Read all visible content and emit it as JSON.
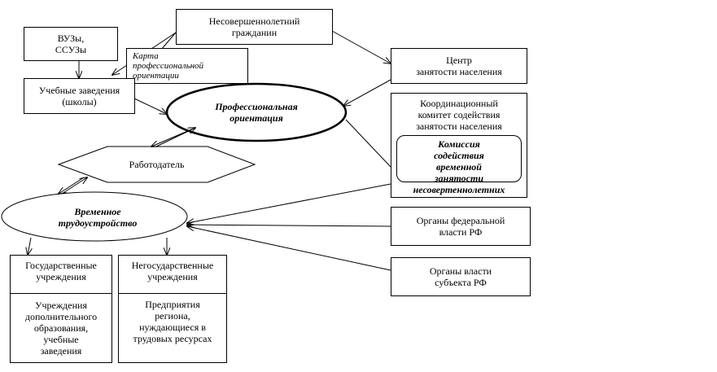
{
  "nodes": {
    "minor_citizen": "Несовершеннолетний\nгражданин",
    "universities": "ВУЗы,\nССУЗы",
    "career_map": "Карта\nпрофессиональной\nориентации",
    "schools": "Учебные заведения\n(школы)",
    "employment_center": "Центр\nзанятости населения",
    "career_guidance": "Профессиональная\nориентация",
    "coordination_committee": "Координационный\nкомитет содействия\nзанятости населения",
    "commission": "Комиссия\nсодействия\nвременной\nзанятости\nнесовертеннолетних",
    "employer": "Работодатель",
    "temporary_employment": "Временное\nтрудоустройство",
    "federal_authorities": "Органы федеральной\nвласти РФ",
    "regional_authorities": "Органы власти\nсубъекта РФ",
    "state_institutions": "Государственные\nучреждения",
    "state_institutions_detail": "Учреждения\nдополнительного\nобразования,\nучебные\nзаведения",
    "nonstate_institutions": "Негосударственные\nучреждения",
    "nonstate_institutions_detail": "Предприятия\nрегиона,\nнуждающиеся в\nтрудовых ресурсах"
  }
}
